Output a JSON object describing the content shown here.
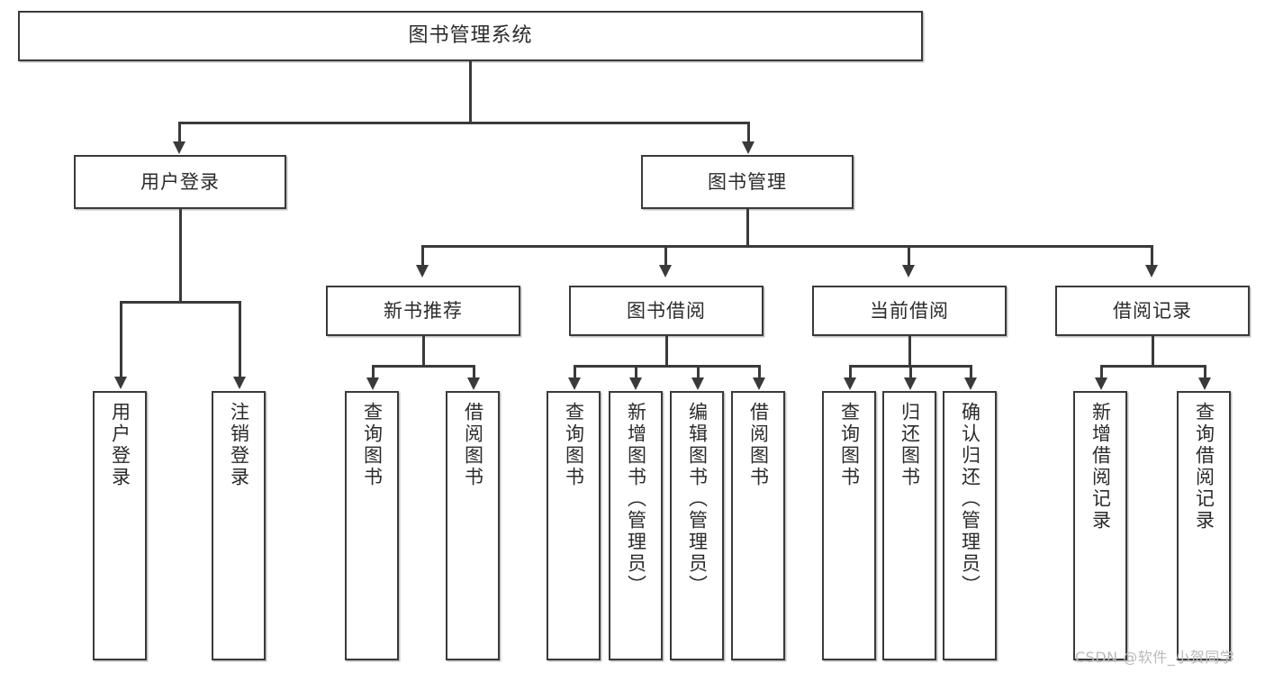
{
  "diagram": {
    "type": "tree",
    "title": "图书管理系统",
    "root": {
      "id": "root",
      "label": "图书管理系统"
    },
    "level2": [
      {
        "id": "user-login",
        "label": "用户登录"
      },
      {
        "id": "book-manage",
        "label": "图书管理"
      }
    ],
    "level3": [
      {
        "id": "new-book-recommend",
        "label": "新书推荐",
        "parent": "book-manage"
      },
      {
        "id": "book-borrow",
        "label": "图书借阅",
        "parent": "book-manage"
      },
      {
        "id": "current-borrow",
        "label": "当前借阅",
        "parent": "book-manage"
      },
      {
        "id": "borrow-record",
        "label": "借阅记录",
        "parent": "book-manage"
      }
    ],
    "leaves": {
      "user_login": [
        {
          "id": "leaf-user-login",
          "label": "用户登录"
        },
        {
          "id": "leaf-logout",
          "label": "注销登录"
        }
      ],
      "new_book_recommend": [
        {
          "id": "leaf-query-book-1",
          "label": "查询图书"
        },
        {
          "id": "leaf-borrow-book-1",
          "label": "借阅图书"
        }
      ],
      "book_borrow": [
        {
          "id": "leaf-query-book-2",
          "label": "查询图书"
        },
        {
          "id": "leaf-add-book",
          "label": "新增图书（管理员）"
        },
        {
          "id": "leaf-edit-book",
          "label": "编辑图书（管理员）"
        },
        {
          "id": "leaf-borrow-book-2",
          "label": "借阅图书"
        }
      ],
      "current_borrow": [
        {
          "id": "leaf-query-book-3",
          "label": "查询图书"
        },
        {
          "id": "leaf-return-book",
          "label": "归还图书"
        },
        {
          "id": "leaf-confirm-return",
          "label": "确认归还（管理员）"
        }
      ],
      "borrow_record": [
        {
          "id": "leaf-add-record",
          "label": "新增借阅记录"
        },
        {
          "id": "leaf-query-record",
          "label": "查询借阅记录"
        }
      ]
    }
  },
  "watermark": {
    "text": "CSDN @软件_小贺同学"
  },
  "colors": {
    "stroke": "#3a3a3a",
    "background": "#ffffff",
    "text": "#2b2b2b",
    "watermark": "#b9b9b9"
  }
}
